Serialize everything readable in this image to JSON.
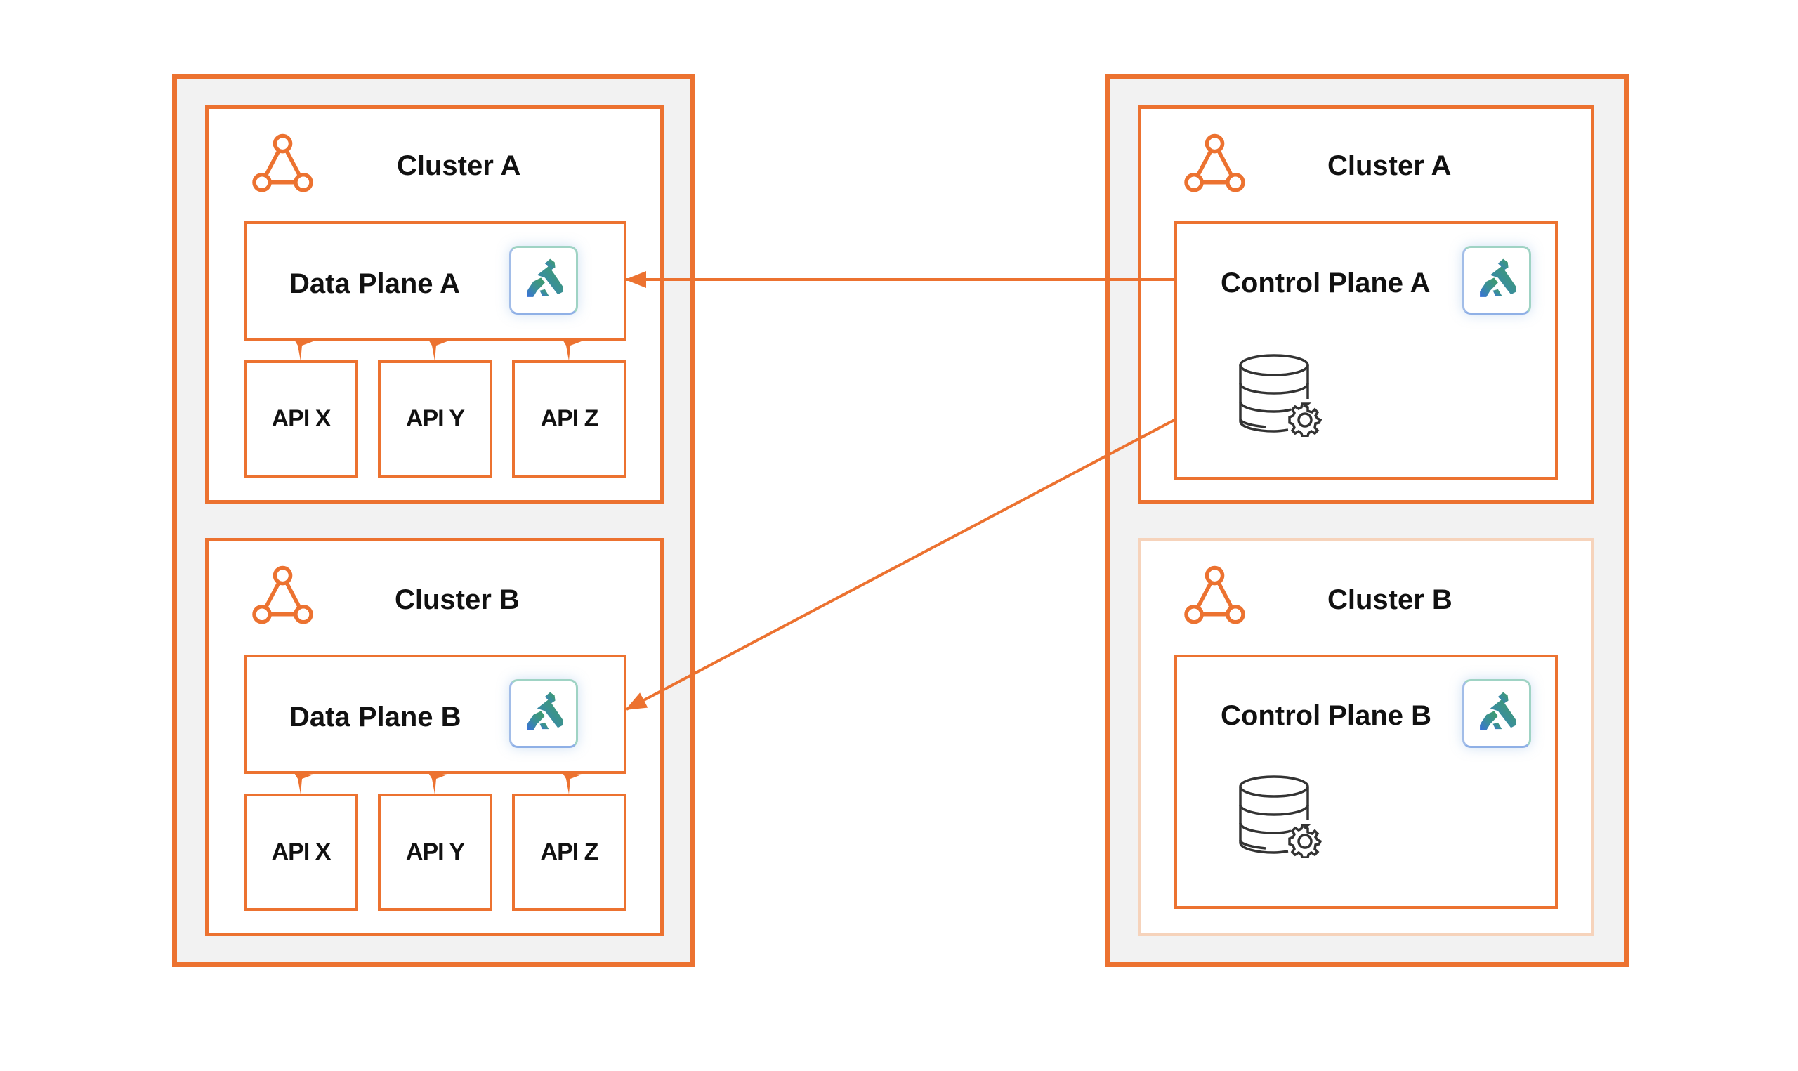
{
  "colors": {
    "accent": "#ec7230",
    "faded_border": "#f6d3bb",
    "panel_fill": "#f2f2f2",
    "text": "#111111"
  },
  "left_group": {
    "clusters": [
      {
        "title": "Cluster A",
        "icon": "cluster-network-icon",
        "plane": {
          "label": "Data Plane A",
          "logo": "kong-gateway-logo"
        },
        "apis": [
          "API X",
          "API Y",
          "API Z"
        ]
      },
      {
        "title": "Cluster B",
        "icon": "cluster-network-icon",
        "plane": {
          "label": "Data Plane B",
          "logo": "kong-gateway-logo"
        },
        "apis": [
          "API X",
          "API Y",
          "API Z"
        ]
      }
    ]
  },
  "right_group": {
    "clusters": [
      {
        "title": "Cluster A",
        "icon": "cluster-network-icon",
        "plane": {
          "label": "Control Plane A",
          "logo": "kong-gateway-logo",
          "db_icon": "database-settings-icon"
        }
      },
      {
        "title": "Cluster B",
        "icon": "cluster-network-icon",
        "faded": true,
        "plane": {
          "label": "Control Plane B",
          "logo": "kong-gateway-logo",
          "db_icon": "database-settings-icon"
        }
      }
    ]
  },
  "connections": [
    {
      "from": "Control Plane A",
      "to": "Data Plane A",
      "style": "horizontal-arrow"
    },
    {
      "from": "Control Plane A",
      "to": "Data Plane B",
      "style": "diagonal-arrow"
    },
    {
      "from": "Data Plane A",
      "to": [
        "API X",
        "API Y",
        "API Z"
      ]
    },
    {
      "from": "Data Plane B",
      "to": [
        "API X",
        "API Y",
        "API Z"
      ]
    }
  ]
}
